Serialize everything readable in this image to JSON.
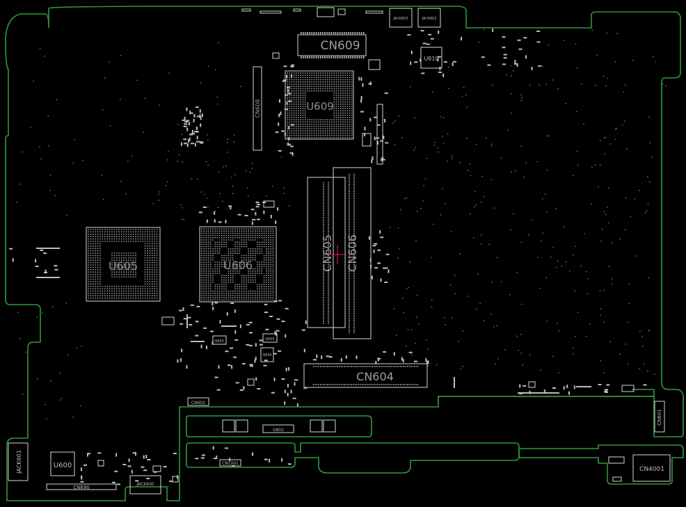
{
  "colors": {
    "background": "#000000",
    "outline": "#2f9b3a",
    "component": "#d8d8d8",
    "via": "#2aa7a0",
    "marker": "#d8344c"
  },
  "labels": {
    "cn609": "CN609",
    "u609": "U609",
    "cn608": "CN608",
    "u810": "U810",
    "jack803": "JACK803",
    "jack802": "JACK802",
    "u605": "U605",
    "u606": "U606",
    "cn605": "CN605",
    "cn606": "CN606",
    "cn604": "CN604",
    "cn601": "CN601",
    "cn4001": "CN4001",
    "cn602": "CN602",
    "cn690": "CN690",
    "u600": "U600",
    "jack600": "JACK600",
    "jack601": "JACK601",
    "cn1001": "CN1001",
    "u802": "U802",
    "q603": "Q603",
    "q604": "Q604",
    "q605": "Q605"
  }
}
